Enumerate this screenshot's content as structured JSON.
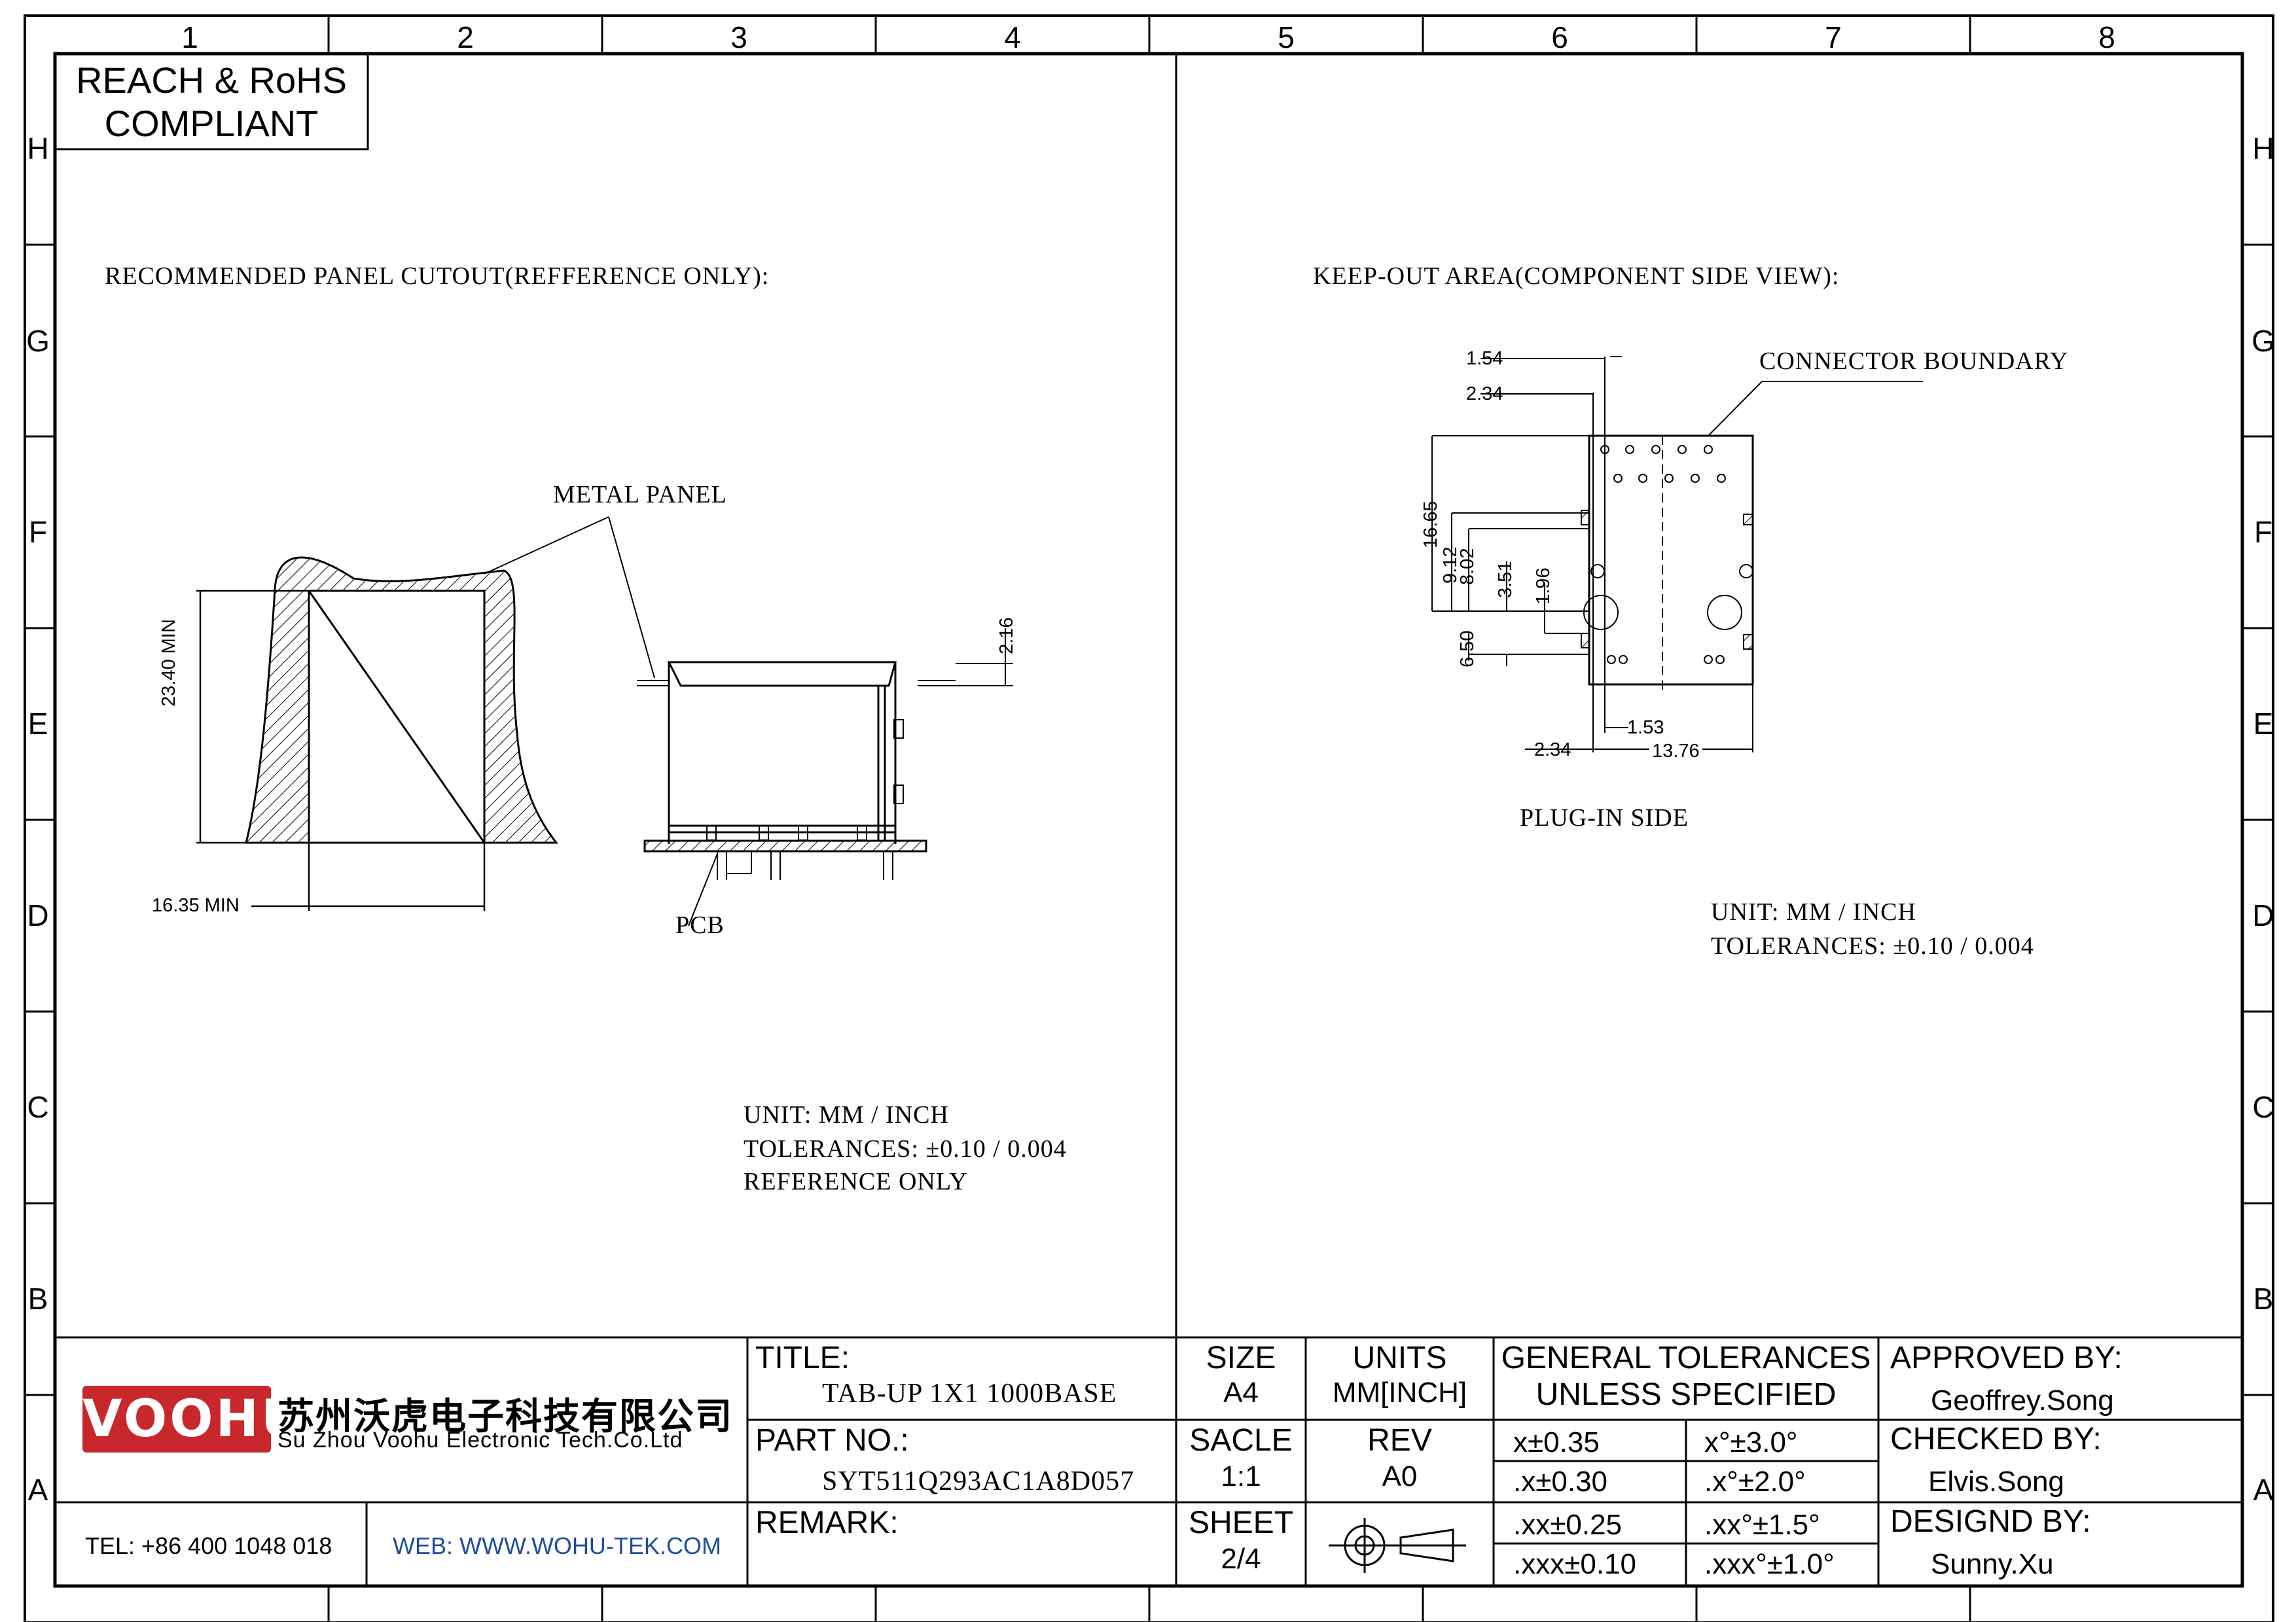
{
  "sheet": {
    "column_numbers": [
      "1",
      "2",
      "3",
      "4",
      "5",
      "6",
      "7",
      "8"
    ],
    "row_letters": [
      "H",
      "G",
      "F",
      "E",
      "D",
      "C",
      "B",
      "A"
    ],
    "compliance_line1": "REACH & RoHS",
    "compliance_line2": "COMPLIANT"
  },
  "left_view": {
    "heading": "RECOMMENDED PANEL CUTOUT(REFFERENCE ONLY):",
    "metal_panel_label": "METAL PANEL",
    "pcb_label": "PCB",
    "dim_height": "23.40 MIN",
    "dim_width": "16.35 MIN",
    "dim_panel_thickness": "2.16",
    "unit_note": "UNIT: MM / INCH",
    "tolerance_note": "TOLERANCES: ±0.10 / 0.004",
    "reference_note": "REFERENCE ONLY"
  },
  "right_view": {
    "heading": "KEEP-OUT AREA(COMPONENT SIDE VIEW):",
    "boundary_label": "CONNECTOR BOUNDARY",
    "plug_side_label": "PLUG-IN SIDE",
    "dims": {
      "d154": "1.54",
      "d234_top": "2.34",
      "d1665": "16.65",
      "d912": "9.12",
      "d802": "8.02",
      "d351": "3.51",
      "d196": "1.96",
      "d650": "6.50",
      "d153": "1.53",
      "d234_bottom": "2.34",
      "d1376": "13.76"
    },
    "unit_note": "UNIT: MM / INCH",
    "tolerance_note": "TOLERANCES: ±0.10 / 0.004"
  },
  "title_block": {
    "logo_text": "VOOHU",
    "company_cn": "苏州沃虎电子科技有限公司",
    "company_en": "Su Zhou Voohu Electronic Tech.Co.Ltd",
    "tel": "TEL: +86 400 1048 018",
    "web": "WEB: WWW.WOHU-TEK.COM",
    "title_label": "TITLE:",
    "title_value": "TAB-UP 1X1 1000BASE",
    "part_label": "PART NO.:",
    "part_value": "SYT511Q293AC1A8D057",
    "remark_label": "REMARK:",
    "size_label": "SIZE",
    "size_value": "A4",
    "units_label": "UNITS",
    "units_value": "MM[INCH]",
    "scale_label": "SACLE",
    "scale_value": "1:1",
    "rev_label": "REV",
    "rev_value": "A0",
    "sheet_label": "SHEET",
    "sheet_value": "2/4",
    "tolerance_header_1": "GENERAL TOLERANCES",
    "tolerance_header_2": "UNLESS SPECIFIED",
    "tolerances": [
      {
        "linear": "x±0.35",
        "angular": "x°±3.0°"
      },
      {
        "linear": ".x±0.30",
        "angular": ".x°±2.0°"
      },
      {
        "linear": ".xx±0.25",
        "angular": ".xx°±1.5°"
      },
      {
        "linear": ".xxx±0.10",
        "angular": ".xxx°±1.0°"
      }
    ],
    "approved_label": "APPROVED BY:",
    "approved_value": "Geoffrey.Song",
    "checked_label": "CHECKED BY:",
    "checked_value": "Elvis.Song",
    "designed_label": "DESIGND BY:",
    "designed_value": "Sunny.Xu"
  }
}
